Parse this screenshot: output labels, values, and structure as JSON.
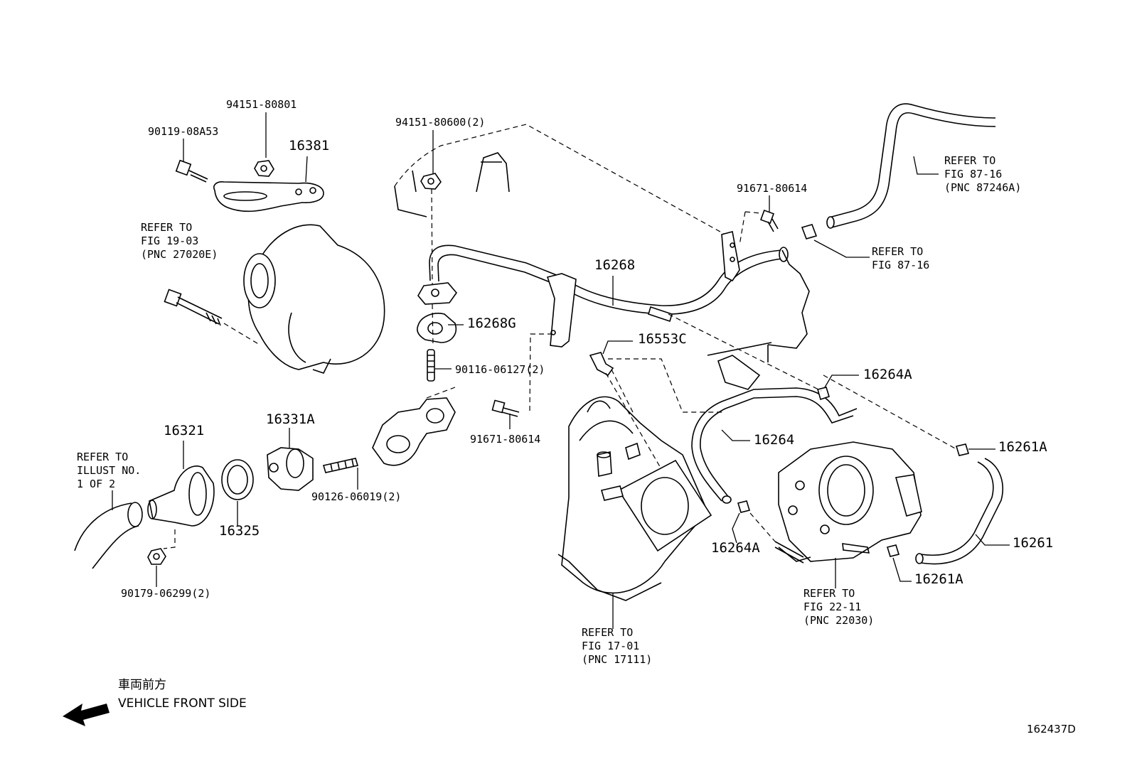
{
  "diagram_id": "162437D",
  "labels": {
    "p_94151_80801": "94151-80801",
    "p_90119_08A53": "90119-08A53",
    "p_16381": "16381",
    "p_94151_80600": "94151-80600(2)",
    "p_91671_80614_top": "91671-80614",
    "p_16268": "16268",
    "p_16268G": "16268G",
    "p_16553C": "16553C",
    "p_90116_06127": "90116-06127(2)",
    "p_91671_80614_mid": "91671-80614",
    "p_16264A_top": "16264A",
    "p_16264": "16264",
    "p_16261A_top": "16261A",
    "p_16264A_bot": "16264A",
    "p_16261": "16261",
    "p_16261A_bot": "16261A",
    "p_16321": "16321",
    "p_16331A": "16331A",
    "p_16325": "16325",
    "p_90126_06019": "90126-06019(2)",
    "p_90179_06299": "90179-06299(2)"
  },
  "refs": {
    "ref_fig_19_03": [
      "REFER TO",
      "FIG 19-03",
      "(PNC 27020E)"
    ],
    "ref_fig_87_16_a": [
      "REFER TO",
      "FIG 87-16",
      "(PNC 87246A)"
    ],
    "ref_fig_87_16_b": [
      "REFER TO",
      "FIG 87-16"
    ],
    "ref_illust": [
      "REFER TO",
      "ILLUST NO.",
      "1 OF 2"
    ],
    "ref_fig_17_01": [
      "REFER TO",
      "FIG 17-01",
      "(PNC 17111)"
    ],
    "ref_fig_22_11": [
      "REFER TO",
      "FIG 22-11",
      "(PNC 22030)"
    ]
  },
  "front": {
    "jp": "車両前方",
    "en": "VEHICLE FRONT SIDE"
  }
}
